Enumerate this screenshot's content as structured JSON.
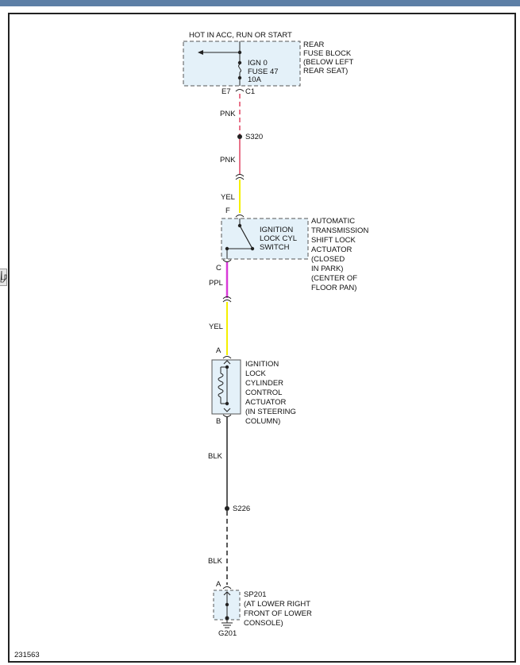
{
  "colors": {
    "pink": "#e8738a",
    "yellow": "#f5f000",
    "purple": "#d83ad8",
    "black": "#222222",
    "box_fill": "#e4f1f9",
    "frame_bar": "#5d7fa6"
  },
  "diagram": {
    "figure_id": "231563",
    "fuse_block": {
      "hot_label": "HOT IN ACC, RUN OR START",
      "name_lines": [
        "REAR",
        "FUSE BLOCK",
        "(BELOW LEFT",
        "REAR SEAT)"
      ],
      "fuse_lines": [
        "IGN 0",
        "FUSE 47",
        "10A"
      ]
    },
    "connector_c1": {
      "left": "E7",
      "right": "C1"
    },
    "wire_pnk_1": "PNK",
    "splice_s320": "S320",
    "wire_pnk_2": "PNK",
    "wire_yel_1": "YEL",
    "pin_f": "F",
    "switch": {
      "inner_lines": [
        "IGNITION",
        "LOCK CYL",
        "SWITCH"
      ],
      "desc_lines": [
        "AUTOMATIC",
        "TRANSMISSION",
        "SHIFT LOCK",
        "ACTUATOR",
        "(CLOSED",
        "IN PARK)",
        "(CENTER OF",
        "FLOOR PAN)"
      ]
    },
    "pin_c": "C",
    "wire_ppl": "PPL",
    "wire_yel_2": "YEL",
    "pin_a": "A",
    "actuator": {
      "desc_lines": [
        "IGNITION",
        "LOCK",
        "CYLINDER",
        "CONTROL",
        "ACTUATOR",
        "(IN STEERING",
        "COLUMN)"
      ]
    },
    "pin_b": "B",
    "wire_blk_1": "BLK",
    "splice_s226": "S226",
    "wire_blk_2": "BLK",
    "pin_a2": "A",
    "sp201": {
      "desc_lines": [
        "SP201",
        "(AT LOWER RIGHT",
        "FRONT OF LOWER",
        "CONSOLE)"
      ]
    },
    "ground": "G201"
  }
}
